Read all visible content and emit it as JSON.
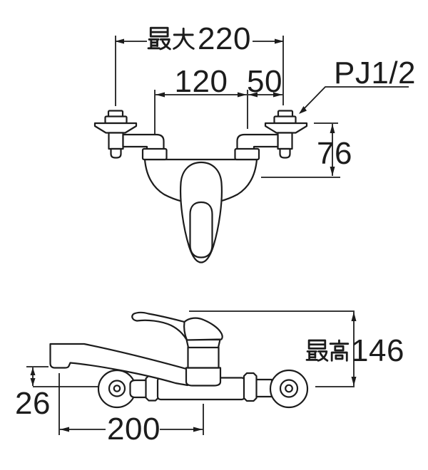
{
  "drawing": {
    "type": "faucet-installation-dimension-diagram",
    "background_color": "#ffffff",
    "line_color": "#1c1c1c",
    "top_view": {
      "dimensions": {
        "max_width": {
          "label": "最大220",
          "prefix_kanji": "最大",
          "value": "220"
        },
        "left_span": {
          "label": "120",
          "value": "120"
        },
        "right_span": {
          "label": "50",
          "value": "50"
        },
        "thread": {
          "label": "PJ1/2",
          "value": "PJ1/2"
        },
        "drop": {
          "label": "76",
          "value": "76"
        }
      }
    },
    "side_view": {
      "dimensions": {
        "max_height": {
          "label": "最高146",
          "prefix_kanji": "最高",
          "value": "146"
        },
        "spout_drop": {
          "label": "26",
          "value": "26"
        },
        "spout_reach": {
          "label": "200",
          "value": "200"
        }
      }
    }
  }
}
